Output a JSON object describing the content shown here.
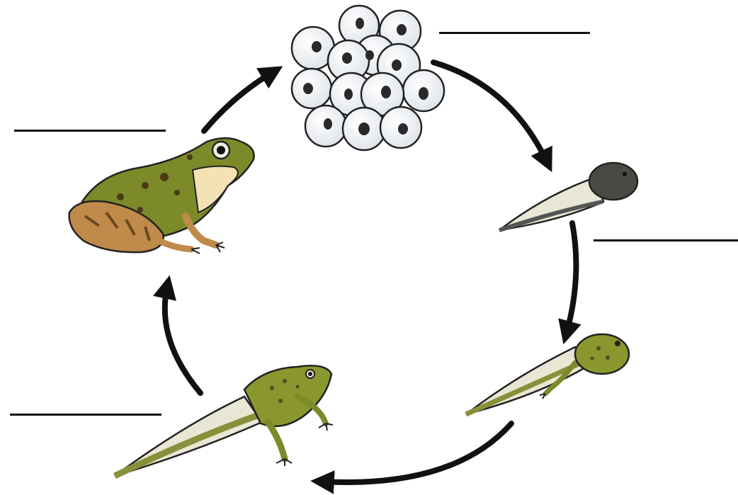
{
  "diagram": {
    "stages": [
      {
        "id": "eggs",
        "icon": "frogspawn-eggs-icon",
        "label": ""
      },
      {
        "id": "tadpole",
        "icon": "tadpole-icon",
        "label": ""
      },
      {
        "id": "tadpole-with-legs",
        "icon": "tadpole-with-back-legs-icon",
        "label": ""
      },
      {
        "id": "froglet",
        "icon": "froglet-icon",
        "label": ""
      },
      {
        "id": "adult-frog",
        "icon": "adult-frog-icon",
        "label": ""
      }
    ],
    "cycle_direction": "clockwise",
    "colors": {
      "arrow": "#111111",
      "egg_fill": "#eef1f5",
      "frog_green": "#7d8a2a",
      "frog_brown": "#b07a3a",
      "tadpole_dark": "#4a4a44",
      "tail_light": "#e8e6d4"
    }
  }
}
